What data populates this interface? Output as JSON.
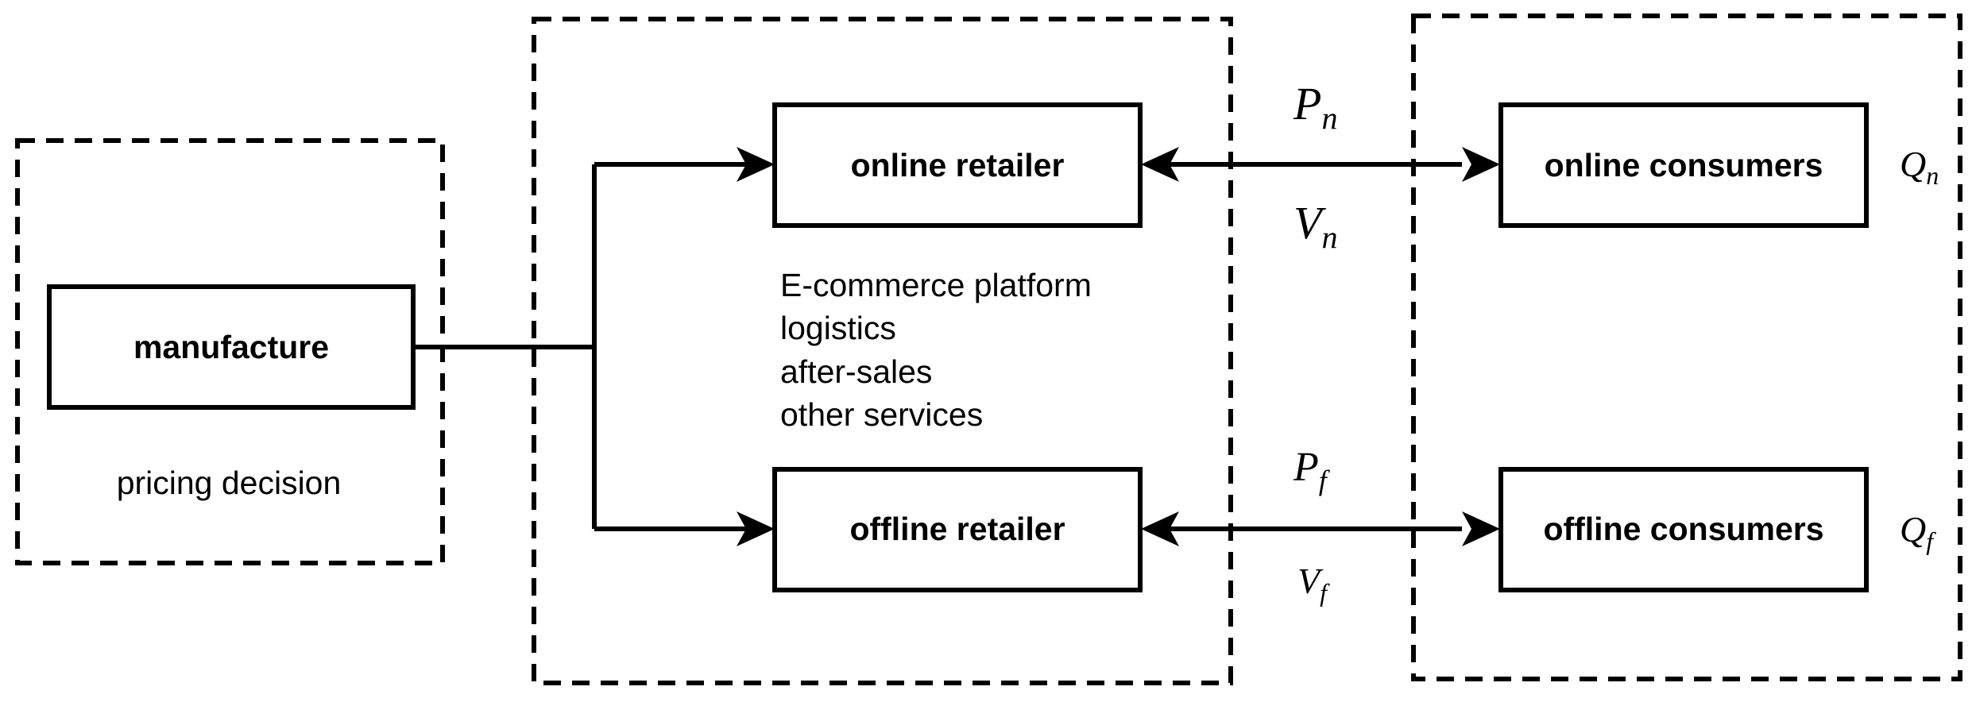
{
  "nodes": {
    "manufacture": "manufacture",
    "online_retailer": "online retailer",
    "offline_retailer": "offline retailer",
    "online_consumers": "online consumers",
    "offline_consumers": "offline consumers"
  },
  "annotations": {
    "pricing_decision": "pricing decision",
    "services": [
      "E-commerce platform",
      "logistics",
      "after-sales",
      "other services"
    ]
  },
  "math_labels": {
    "online_price": {
      "base": "P",
      "sub": "n"
    },
    "online_value": {
      "base": "V",
      "sub": "n"
    },
    "online_quantity": {
      "base": "Q",
      "sub": "n"
    },
    "offline_price": {
      "base": "P",
      "sub": "f"
    },
    "offline_value": {
      "base": "V",
      "sub": "f"
    },
    "offline_quantity": {
      "base": "Q",
      "sub": "f"
    }
  }
}
